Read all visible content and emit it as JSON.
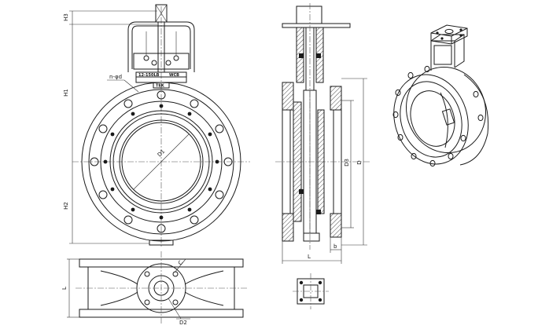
{
  "front_view": {
    "labels": {
      "h3": "H3",
      "h1": "H1",
      "h2": "H2",
      "bolt_callout": "n-φd",
      "d1": "D1"
    },
    "nameplate": {
      "rating": "12-150LB",
      "material": "WCB",
      "brand": "TEK"
    }
  },
  "side_view": {
    "labels": {
      "d3": "D3",
      "d": "D",
      "l": "L",
      "b": "b"
    }
  },
  "bottom_view": {
    "labels": {
      "l": "L",
      "c": "C",
      "d2": "D2"
    }
  }
}
